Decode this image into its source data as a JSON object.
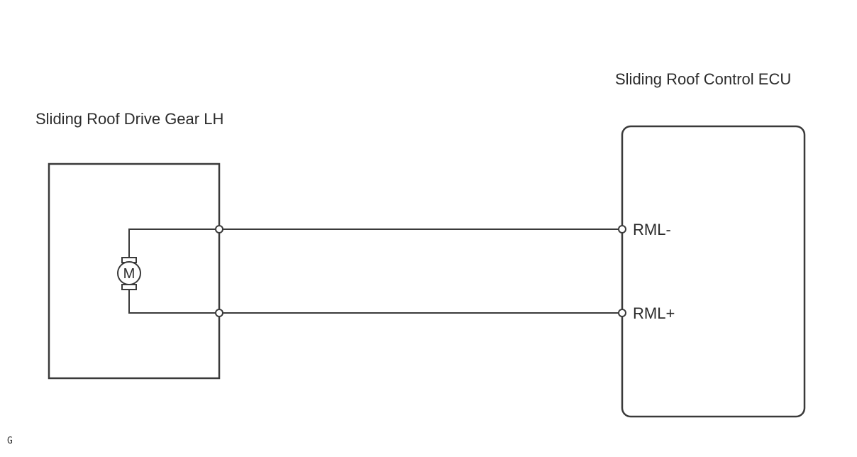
{
  "components": {
    "drive_gear": {
      "title": "Sliding Roof Drive Gear LH",
      "motor_symbol": "M"
    },
    "ecu": {
      "title": "Sliding Roof Control ECU",
      "terminals": [
        "RML-",
        "RML+"
      ]
    }
  },
  "corner_mark": "G",
  "colors": {
    "line": "#3a3a3a",
    "text": "#2b2b2b",
    "background": "#ffffff"
  }
}
